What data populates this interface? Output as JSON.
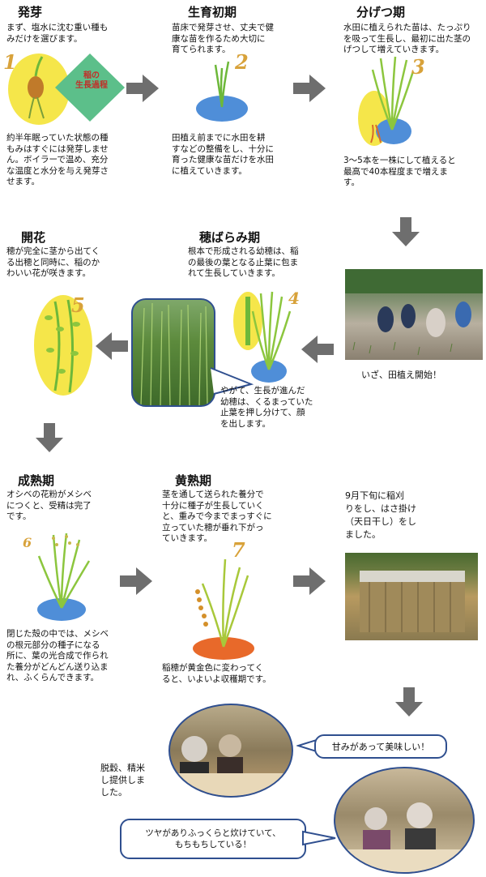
{
  "stages": [
    {
      "title": "発芽",
      "text_top": "まず、塩水に沈む重い種も\nみだけを選びます。",
      "text_bottom": "約半年眠っていた状態の種\nもみはすぐには発芽しませ\nん。ボイラーで温め、充分\nな温度と水分を与え発芽さ\nせます。",
      "num": "1"
    },
    {
      "title": "生育初期",
      "text_top": "苗床で発芽させ、丈夫で健\n康な苗を作るため大切に\n育てられます。",
      "text_bottom": "田植え前までに水田を耕\nすなどの整備をし、十分に\n育った健康な苗だけを水田\nに植えていきます。",
      "num": "2"
    },
    {
      "title": "分げつ期",
      "text_top": "水田に植えられた苗は、たっぷり\nを吸って生長し、最初に出た茎の\nげつして増えていきます。",
      "text_bottom": "3～5本を一株にして植えると\n最高で40本程度まで増えま\nす。",
      "num": "3"
    },
    {
      "title": "穂ばらみ期",
      "text_top": "根本で形成される幼穂は、稲\nの最後の葉となる止葉に包ま\nれて生長していきます。",
      "text_bottom": "やがて、生長が進んだ\n幼穂は、くるまっていた\n止葉を押し分けて、顔\nを出します。",
      "num": "4"
    },
    {
      "title": "開花",
      "text_top": "穂が完全に茎から出てく\nる出穂と同時に、稲のか\nわいい花が咲きます。",
      "num": "5"
    },
    {
      "title": "成熟期",
      "text_top": "オシベの花粉がメシベ\nにつくと、受精は完了\nです。",
      "text_bottom": "閉じた殻の中では、メシベ\nの根元部分の種子になる\n所に、葉の光合成で作られ\nた養分がどんどん送り込ま\nれ、ふくらんできます。",
      "num": "6"
    },
    {
      "title": "黄熟期",
      "text_top": "茎を通して送られた養分で\n十分に種子が生長していく\nと、重みで今までまっすぐに\n立っていた穂が垂れ下がっ\nていきます。",
      "text_bottom": "稲穂が黄金色に変わってく\nると、いよいよ収穫期です。",
      "num": "7"
    }
  ],
  "badge": "稲の\n生長過程",
  "captions": {
    "planting": "いざ、田植え開始！",
    "harvest": "9月下旬に稲刈\nりをし、はさ掛け\n（天日干し）をし\nました。",
    "serve": "脱穀、精米\nし提供しま\nした。"
  },
  "bubbles": {
    "sweet": "甘みがあって美味しい！",
    "shiny": "ツヤがありふっくらと炊けていて、\nもちもちしている！"
  },
  "colors": {
    "arrow": "#6e6e6e",
    "yellow": "#f5e64a",
    "green": "#6db83a",
    "water": "#4f8ed8",
    "soil": "#e8692a",
    "bubble": "#2f4f8f"
  }
}
